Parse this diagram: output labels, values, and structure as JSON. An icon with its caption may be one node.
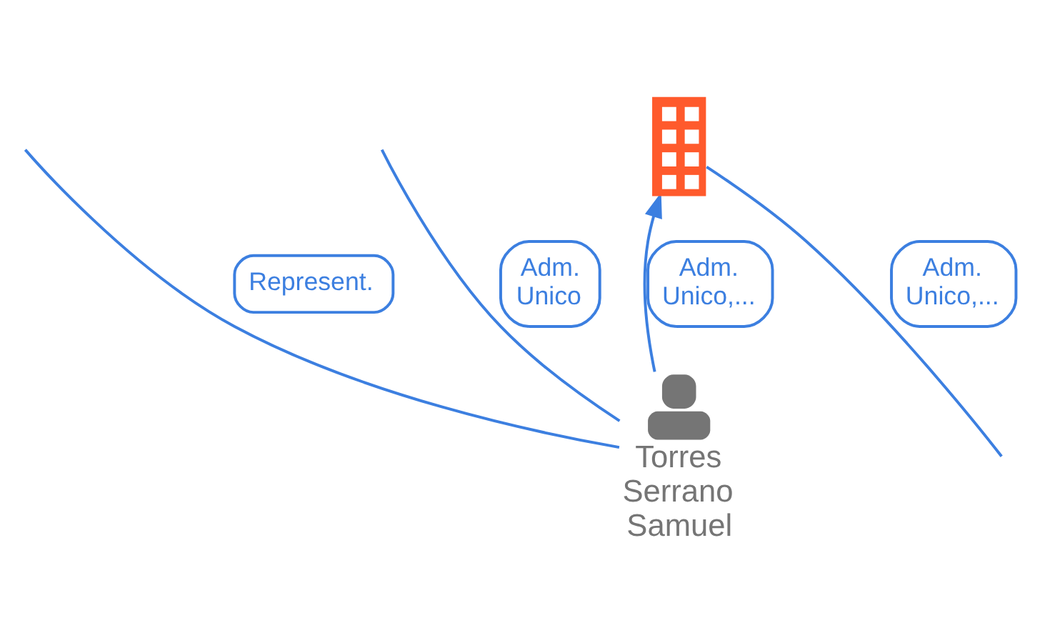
{
  "diagram": {
    "nodes": [
      {
        "text": [],
        "shape": "building"
      },
      {
        "text": [
          "Torres Serrano Samuel"
        ]
      }
    ],
    "edges": [
      {
        "from": null,
        "to": 0,
        "arrow": "none",
        "label": "Adm. Unico,..."
      },
      {
        "from": 1,
        "to": 0,
        "arrow": "to",
        "label": "Adm. Unico,..."
      },
      {
        "from": 1,
        "to": null,
        "arrow": "none",
        "label": "Represent."
      },
      {
        "from": 1,
        "to": null,
        "arrow": "none",
        "label": "Adm. Unico"
      }
    ]
  }
}
